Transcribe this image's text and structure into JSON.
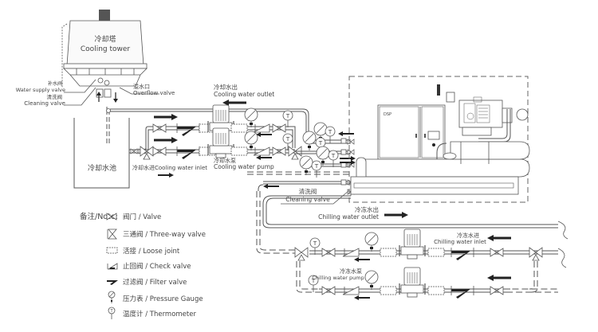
{
  "cooling_tower": {
    "title_cn": "冷却塔",
    "title_en": "Cooling tower",
    "water_supply_cn": "补水阀",
    "water_supply_en": "Water supply valve",
    "cleaning_cn": "清洗阀",
    "cleaning_en": "Cleaning valve",
    "overflow_cn": "溢水口",
    "overflow_en": "Overflow valve"
  },
  "cooling_pool": {
    "label_cn": "冷却水池"
  },
  "cooling_circuit": {
    "outlet_cn": "冷却水出",
    "outlet_en": "Cooling water outlet",
    "inlet_cn": "冷却水进",
    "inlet_en": "Cooling water inlet",
    "pump_cn": "冷却水泵",
    "pump_en": "Cooling water pump"
  },
  "chiller": {
    "cleaning_cn": "清洗阀",
    "cleaning_en": "Cleaning valve",
    "brand": "DSP"
  },
  "chilling_circuit": {
    "outlet_cn": "冷冻水出",
    "outlet_en": "Chilling water outlet",
    "inlet_cn": "冷冻水进",
    "inlet_en": "Chilling water inlet",
    "pump_cn": "冷冻水泵",
    "pump_en": "Chilling water pump"
  },
  "legend": {
    "title": "备注/Note:",
    "items": [
      {
        "icon": "valve-icon",
        "label": "阀门 / Valve"
      },
      {
        "icon": "three-way-valve-icon",
        "label": "三通阀 / Three-way valve"
      },
      {
        "icon": "loose-joint-icon",
        "label": "活接 / Loose joint"
      },
      {
        "icon": "check-valve-icon",
        "label": "止回阀 / Check valve"
      },
      {
        "icon": "filter-valve-icon",
        "label": "过滤阀 / Filter valve"
      },
      {
        "icon": "pressure-gauge-icon",
        "label": "压力表 / Pressure Gauge"
      },
      {
        "icon": "thermometer-icon",
        "label": "温度计 / Thermometer"
      }
    ]
  },
  "thermometer_symbol": "T"
}
